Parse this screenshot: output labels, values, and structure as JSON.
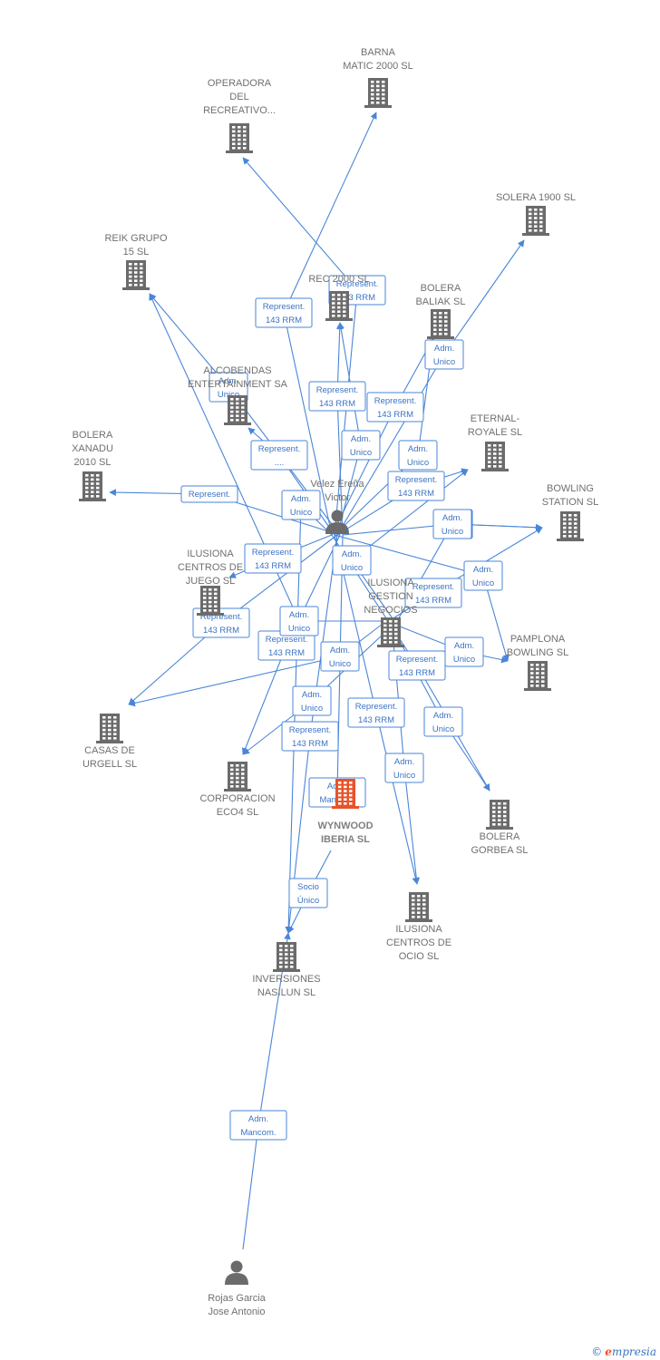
{
  "nodes": [
    {
      "id": "barna",
      "type": "company",
      "lines": [
        "BARNA",
        "MATIC 2000  SL"
      ]
    },
    {
      "id": "operadora",
      "type": "company",
      "lines": [
        "OPERADORA",
        "DEL",
        "RECREATIVO..."
      ]
    },
    {
      "id": "solera",
      "type": "company",
      "lines": [
        "SOLERA 1900 SL"
      ]
    },
    {
      "id": "reik",
      "type": "company",
      "lines": [
        "REIK GRUPO",
        "15 SL"
      ]
    },
    {
      "id": "rec2000",
      "type": "company",
      "lines": [
        "REC 2000 SL"
      ]
    },
    {
      "id": "baliak",
      "type": "company",
      "lines": [
        "BOLERA",
        "BALIAK SL"
      ]
    },
    {
      "id": "alcobendas",
      "type": "company",
      "lines": [
        "ALCOBENDAS",
        "ENTERTAINMENT SA"
      ]
    },
    {
      "id": "eternal",
      "type": "company",
      "lines": [
        "ETERNAL-",
        "ROYALE SL"
      ]
    },
    {
      "id": "xanadu",
      "type": "company",
      "lines": [
        "BOLERA",
        "XANADU",
        "2010 SL"
      ]
    },
    {
      "id": "velez",
      "type": "person",
      "lines": [
        "Velez Ereña",
        "Victor"
      ]
    },
    {
      "id": "bowling",
      "type": "company",
      "lines": [
        "BOWLING",
        "STATION SL"
      ]
    },
    {
      "id": "ilujuego",
      "type": "company",
      "lines": [
        "ILUSIONA",
        "CENTROS DE",
        "JUEGO SL"
      ]
    },
    {
      "id": "ilugestion",
      "type": "company",
      "lines": [
        "ILUSIONA",
        "GESTION",
        "NEGOCIOS"
      ]
    },
    {
      "id": "pamplona",
      "type": "company",
      "lines": [
        "PAMPLONA",
        "BOWLING SL"
      ]
    },
    {
      "id": "casas",
      "type": "company",
      "lines": [
        "CASAS DE",
        "URGELL  SL"
      ]
    },
    {
      "id": "eco4",
      "type": "company",
      "lines": [
        "CORPORACION",
        "ECO4  SL"
      ]
    },
    {
      "id": "wynwood",
      "type": "focus",
      "lines": [
        "WYNWOOD",
        "IBERIA  SL"
      ]
    },
    {
      "id": "gorbea",
      "type": "company",
      "lines": [
        "BOLERA",
        "GORBEA SL"
      ]
    },
    {
      "id": "iluocio",
      "type": "company",
      "lines": [
        "ILUSIONA",
        "CENTROS DE",
        "OCIO SL"
      ]
    },
    {
      "id": "nasilun",
      "type": "company",
      "lines": [
        "INVERSIONES",
        "NASILUN  SL"
      ]
    },
    {
      "id": "rojas",
      "type": "person",
      "lines": [
        "Rojas Garcia",
        "Jose Antonio"
      ]
    }
  ],
  "edges": [
    {
      "from": "velez",
      "to": "barna",
      "label": [
        "Represent.",
        "143 RRM"
      ]
    },
    {
      "from": "velez",
      "to": "operadora",
      "label": [
        "Represent.",
        "143 RRM"
      ]
    },
    {
      "from": "velez",
      "to": "solera",
      "label": [
        "Adm.",
        "Unico"
      ]
    },
    {
      "from": "velez",
      "to": "reik",
      "label": [
        "Adm.",
        "Unico"
      ]
    },
    {
      "from": "velez",
      "to": "rec2000",
      "label": [
        "Represent.",
        "143 RRM"
      ]
    },
    {
      "from": "velez",
      "to": "baliak",
      "label": [
        "Represent.",
        "143 RRM"
      ]
    },
    {
      "from": "velez",
      "to": "alcobendas",
      "label": [
        "Represent.",
        "...."
      ]
    },
    {
      "from": "velez",
      "to": "eternal",
      "label": [
        "Represent.",
        "143 RRM"
      ]
    },
    {
      "from": "velez",
      "to": "xanadu",
      "label": [
        "Represent."
      ]
    },
    {
      "from": "velez",
      "to": "bowling",
      "label": [
        "Adm.",
        "Unico"
      ]
    },
    {
      "from": "velez",
      "to": "ilujuego",
      "label": [
        "Represent.",
        "143 RRM"
      ]
    },
    {
      "from": "velez",
      "to": "pamplona",
      "label": [
        "Adm.",
        "Unico"
      ]
    },
    {
      "from": "velez",
      "to": "casas",
      "label": [
        "Represent.",
        "143 RRM"
      ]
    },
    {
      "from": "velez",
      "to": "eco4",
      "label": [
        "Represent.",
        "143 RRM"
      ]
    },
    {
      "from": "velez",
      "to": "wynwood",
      "label": [
        "Adm.",
        "Mancom."
      ]
    },
    {
      "from": "velez",
      "to": "gorbea",
      "label": [
        "Represent.",
        "143 RRM"
      ]
    },
    {
      "from": "velez",
      "to": "iluocio",
      "label": [
        "Represent.",
        "143 RRM"
      ]
    },
    {
      "from": "velez",
      "to": "nasilun",
      "label": [
        "Represent.",
        "143 RRM"
      ]
    },
    {
      "from": "wynwood",
      "to": "nasilun",
      "label": [
        "Socio",
        "Único"
      ]
    },
    {
      "from": "rojas",
      "to": "nasilun",
      "label": [
        "Adm.",
        "Mancom."
      ]
    },
    {
      "from": "velez",
      "to": "nasilun",
      "label": [
        "Adm.",
        "Unico"
      ]
    },
    {
      "from": "velez",
      "to": "baliak",
      "label": [
        "Adm.",
        "Unico"
      ]
    },
    {
      "from": "velez",
      "to": "rec2000",
      "label": [
        "Adm.",
        "Unico"
      ]
    },
    {
      "from": "ilugestion",
      "to": "eternal",
      "label": [
        "Adm.",
        "Unico"
      ]
    },
    {
      "from": "ilugestion",
      "to": "bowling",
      "label": [
        "Adm.",
        "Unico"
      ]
    },
    {
      "from": "ilugestion",
      "to": "pamplona",
      "label": [
        "Adm.",
        "Unico"
      ]
    },
    {
      "from": "ilugestion",
      "to": "gorbea",
      "label": [
        "Adm.",
        "Unico"
      ]
    },
    {
      "from": "ilugestion",
      "to": "iluocio",
      "label": [
        "Adm.",
        "Unico"
      ]
    },
    {
      "from": "ilugestion",
      "to": "reik",
      "label": [
        "Adm.",
        "Unico"
      ]
    },
    {
      "from": "ilugestion",
      "to": "eco4",
      "label": [
        "Adm.",
        "Unico"
      ]
    },
    {
      "from": "ilugestion",
      "to": "casas",
      "label": [
        "Adm.",
        "Unico"
      ]
    },
    {
      "from": "ilugestion",
      "to": "bowling",
      "label": [
        "Represent.",
        "143 RRM"
      ]
    }
  ],
  "footer": {
    "copyright": "©",
    "brand_e": "e",
    "brand_rest": "mpresia"
  }
}
